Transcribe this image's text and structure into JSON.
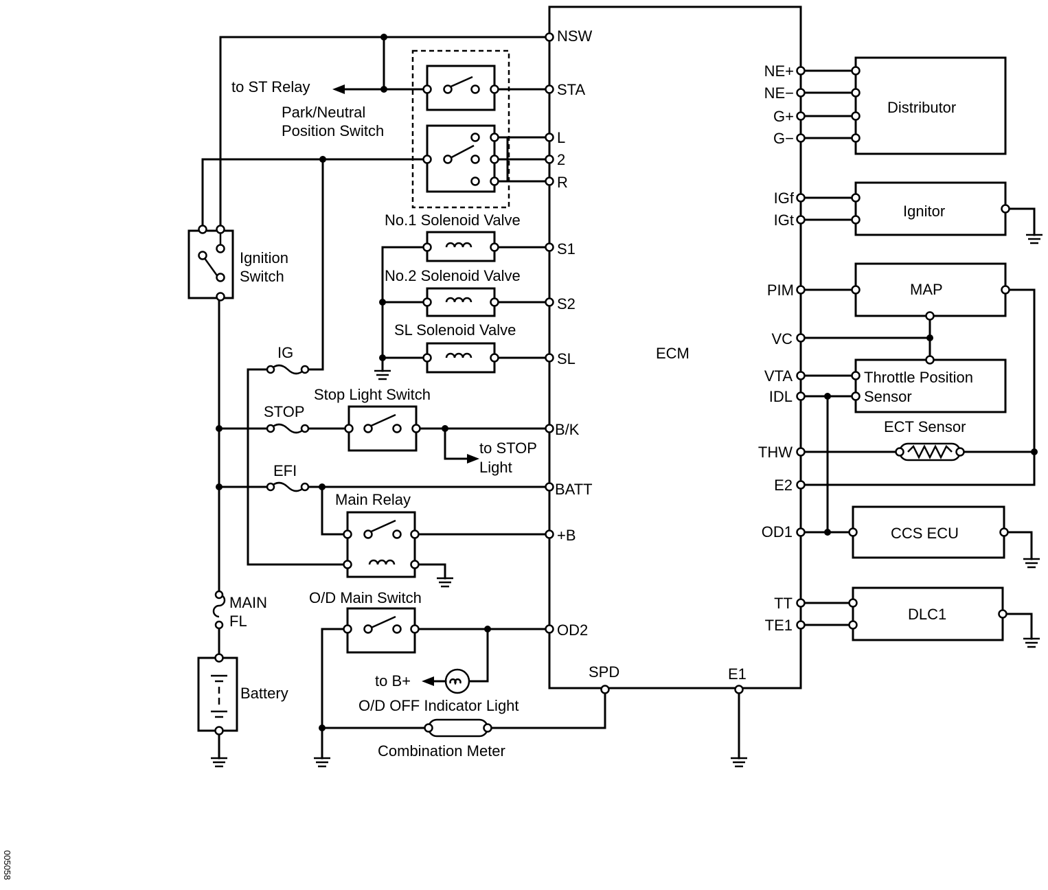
{
  "ecm": {
    "label": "ECM",
    "left_pins": [
      "NSW",
      "STA",
      "L",
      "2",
      "R",
      "S1",
      "S2",
      "SL",
      "B/K",
      "BATT",
      "+B",
      "OD2"
    ],
    "bottom_pins": [
      "SPD",
      "E1"
    ],
    "right_pins": [
      "NE+",
      "NE−",
      "G+",
      "G−",
      "IGf",
      "IGt",
      "PIM",
      "VC",
      "VTA",
      "IDL",
      "THW",
      "E2",
      "OD1",
      "TT",
      "TE1"
    ]
  },
  "components": {
    "distributor": "Distributor",
    "ignitor": "Ignitor",
    "map": "MAP",
    "throttle_sensor_line1": "Throttle Position",
    "throttle_sensor_line2": "Sensor",
    "ect_sensor": "ECT Sensor",
    "ccs_ecu": "CCS ECU",
    "dlc1": "DLC1",
    "park_neutral_line1": "Park/Neutral",
    "park_neutral_line2": "Position Switch",
    "solenoid1": "No.1 Solenoid Valve",
    "solenoid2": "No.2 Solenoid Valve",
    "solenoid_sl": "SL Solenoid Valve",
    "ignition_switch_line1": "Ignition",
    "ignition_switch_line2": "Switch",
    "stop_light_switch": "Stop Light Switch",
    "main_relay": "Main Relay",
    "od_main_switch": "O/D Main Switch",
    "od_off_light": "O/D OFF Indicator Light",
    "combination_meter": "Combination Meter",
    "battery": "Battery"
  },
  "fuses": {
    "ig": "IG",
    "stop": "STOP",
    "efi": "EFI",
    "main_line1": "MAIN",
    "main_line2": "FL"
  },
  "destinations": {
    "st_relay": "to ST Relay",
    "stop_light_line1": "to STOP",
    "stop_light_line2": "Light",
    "b_plus": "to B+"
  },
  "figure_code": "005058"
}
